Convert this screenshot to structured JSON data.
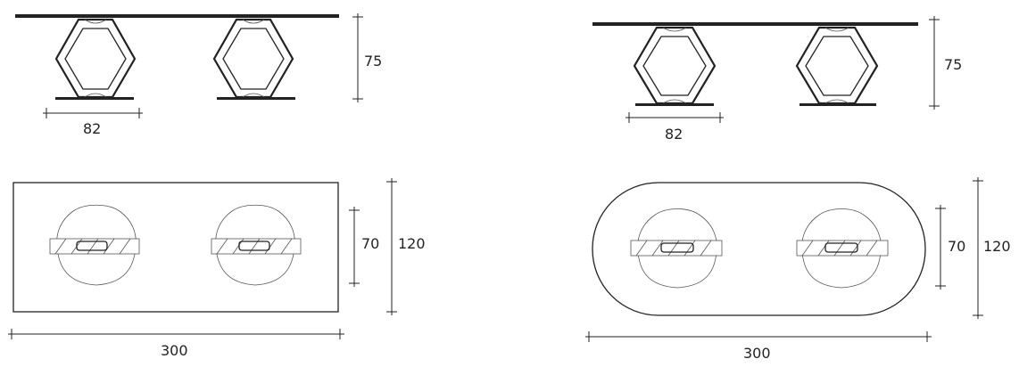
{
  "drawings": {
    "rectangular_table": {
      "elevation": {
        "height_label": "75",
        "base_label": "82"
      },
      "plan": {
        "base_depth_label": "70",
        "depth_label": "120",
        "length_label": "300"
      }
    },
    "oval_table": {
      "elevation": {
        "height_label": "75",
        "base_label": "82"
      },
      "plan": {
        "base_depth_label": "70",
        "depth_label": "120",
        "length_label": "300"
      }
    }
  },
  "colors": {
    "line": "#222222",
    "background": "#ffffff"
  }
}
